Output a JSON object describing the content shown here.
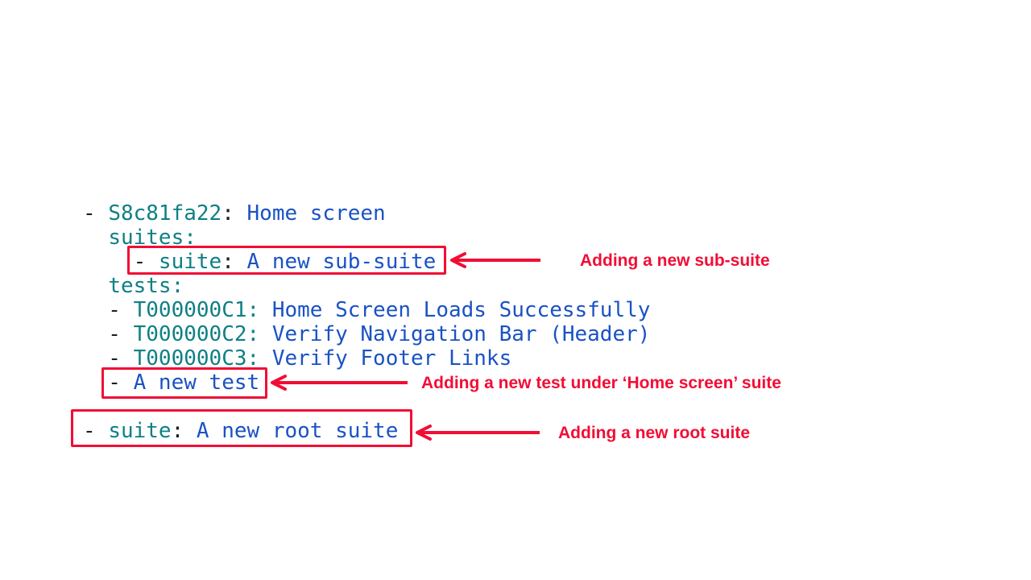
{
  "colors": {
    "key": "#0e8084",
    "value": "#1a52c4",
    "plain": "#1d1d1f",
    "accent": "#f20d35"
  },
  "code": {
    "lines": [
      {
        "tokens": [
          {
            "t": "- ",
            "c": "plain"
          },
          {
            "t": "S8c81fa22",
            "c": "key"
          },
          {
            "t": ":",
            "c": "plain"
          },
          {
            "t": " Home screen",
            "c": "value"
          }
        ]
      },
      {
        "tokens": [
          {
            "t": "  ",
            "c": "plain"
          },
          {
            "t": "suites:",
            "c": "key"
          }
        ]
      },
      {
        "tokens": [
          {
            "t": "    - ",
            "c": "plain"
          },
          {
            "t": "suite",
            "c": "key"
          },
          {
            "t": ":",
            "c": "plain"
          },
          {
            "t": " A new sub-suite",
            "c": "value"
          }
        ]
      },
      {
        "tokens": [
          {
            "t": "  ",
            "c": "plain"
          },
          {
            "t": "tests:",
            "c": "key"
          }
        ]
      },
      {
        "tokens": [
          {
            "t": "  - ",
            "c": "plain"
          },
          {
            "t": "T000000C1:",
            "c": "key"
          },
          {
            "t": " Home Screen Loads Successfully",
            "c": "value"
          }
        ]
      },
      {
        "tokens": [
          {
            "t": "  - ",
            "c": "plain"
          },
          {
            "t": "T000000C2:",
            "c": "key"
          },
          {
            "t": " Verify Navigation Bar (Header)",
            "c": "value"
          }
        ]
      },
      {
        "tokens": [
          {
            "t": "  - ",
            "c": "plain"
          },
          {
            "t": "T000000C3:",
            "c": "key"
          },
          {
            "t": " Verify Footer Links",
            "c": "value"
          }
        ]
      },
      {
        "tokens": [
          {
            "t": "  - ",
            "c": "plain"
          },
          {
            "t": "A new test",
            "c": "value"
          }
        ]
      },
      {
        "tokens": []
      },
      {
        "tokens": [
          {
            "t": "- ",
            "c": "plain"
          },
          {
            "t": "suite",
            "c": "key"
          },
          {
            "t": ":",
            "c": "plain"
          },
          {
            "t": " A new root suite",
            "c": "value"
          }
        ]
      }
    ]
  },
  "annotations": [
    {
      "label": "Adding a new sub-suite"
    },
    {
      "label": "Adding a new test under ‘Home screen’ suite"
    },
    {
      "label": "Adding a new root suite"
    }
  ]
}
